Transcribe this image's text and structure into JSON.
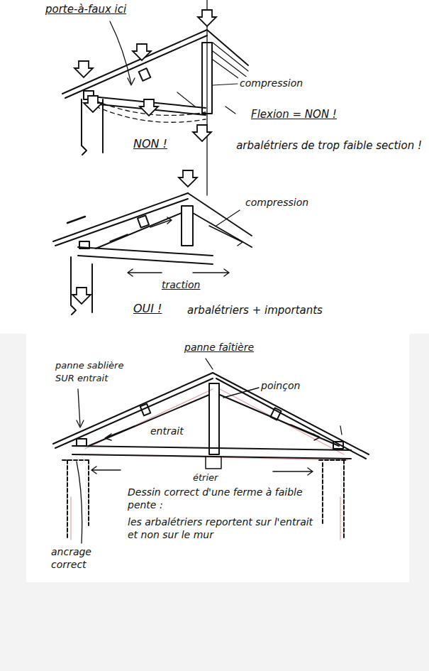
{
  "diagram": {
    "labels": [
      "porte-à-faux ici",
      "compression",
      "Flexion = NON !",
      "arbalétriers de trop faible section !",
      "NON !",
      "compression",
      "traction",
      "OUI !",
      "arbalétriers + importants",
      "panne faîtière",
      "panne sablière SUR entrait",
      "poinçon",
      "entrait",
      "étrier",
      "Dessin correct d'une ferme à faible pente :",
      "les arbalétriers reportent sur l'entrait et non sur le mur",
      "ancrage correct"
    ]
  }
}
